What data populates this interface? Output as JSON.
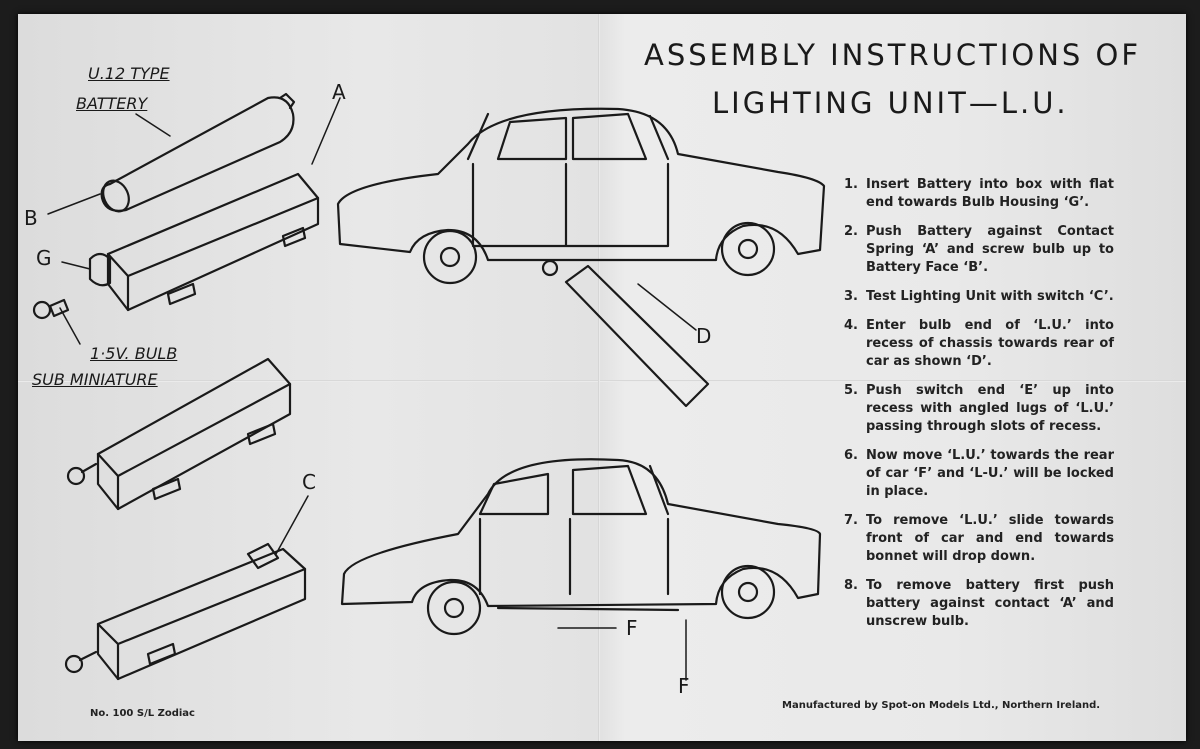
{
  "title": {
    "line1": "ASSEMBLY INSTRUCTIONS OF",
    "line2": "LIGHTING UNIT—L.U."
  },
  "labels": {
    "battery_type": "U.12 TYPE",
    "battery": "BATTERY",
    "bulb": "1·5V. BULB",
    "sub_miniature": "SUB MINIATURE",
    "A": "A",
    "B": "B",
    "G": "G",
    "C": "C",
    "D": "D",
    "F1": "F",
    "F2": "F"
  },
  "steps": [
    {
      "num": "1.",
      "text": "Insert Battery into box with flat end towards Bulb Housing ‘G’."
    },
    {
      "num": "2.",
      "text": "Push Battery against Contact Spring ‘A’ and screw bulb up to Battery Face ‘B’."
    },
    {
      "num": "3.",
      "text": "Test Lighting Unit with switch ‘C’."
    },
    {
      "num": "4.",
      "text": "Enter bulb end of ‘L.U.’ into recess of chassis towards rear of car as shown ‘D’."
    },
    {
      "num": "5.",
      "text": "Push switch end ‘E’ up into recess with angled lugs of ‘L.U.’ passing through slots of recess."
    },
    {
      "num": "6.",
      "text": "Now move ‘L.U.’ towards the rear of car ‘F’ and ‘L-U.’ will be locked in place."
    },
    {
      "num": "7.",
      "text": "To remove ‘L.U.’ slide towards front of car and end towards bonnet will drop down."
    },
    {
      "num": "8.",
      "text": "To remove battery first push battery against contact ‘A’ and unscrew bulb."
    }
  ],
  "footer": {
    "model": "No. 100 S/L Zodiac",
    "manufacturer": "Manufactured by Spot-on Models Ltd., Northern Ireland."
  }
}
